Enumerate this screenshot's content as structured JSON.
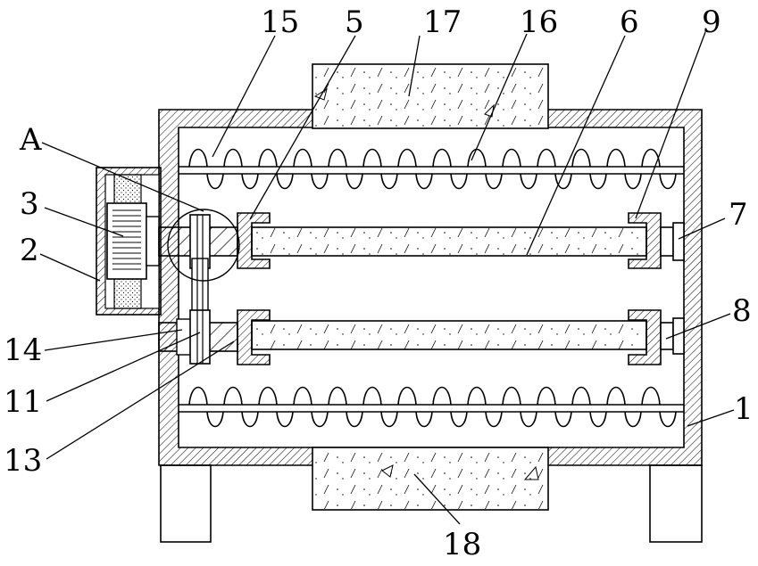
{
  "labels": {
    "l15": "15",
    "l5": "5",
    "l17": "17",
    "l16": "16",
    "l6": "6",
    "l9": "9",
    "lA": "A",
    "l3": "3",
    "l2": "2",
    "l7": "7",
    "l8": "8",
    "l14": "14",
    "l11": "11",
    "l13": "13",
    "l1": "1",
    "l18": "18"
  }
}
